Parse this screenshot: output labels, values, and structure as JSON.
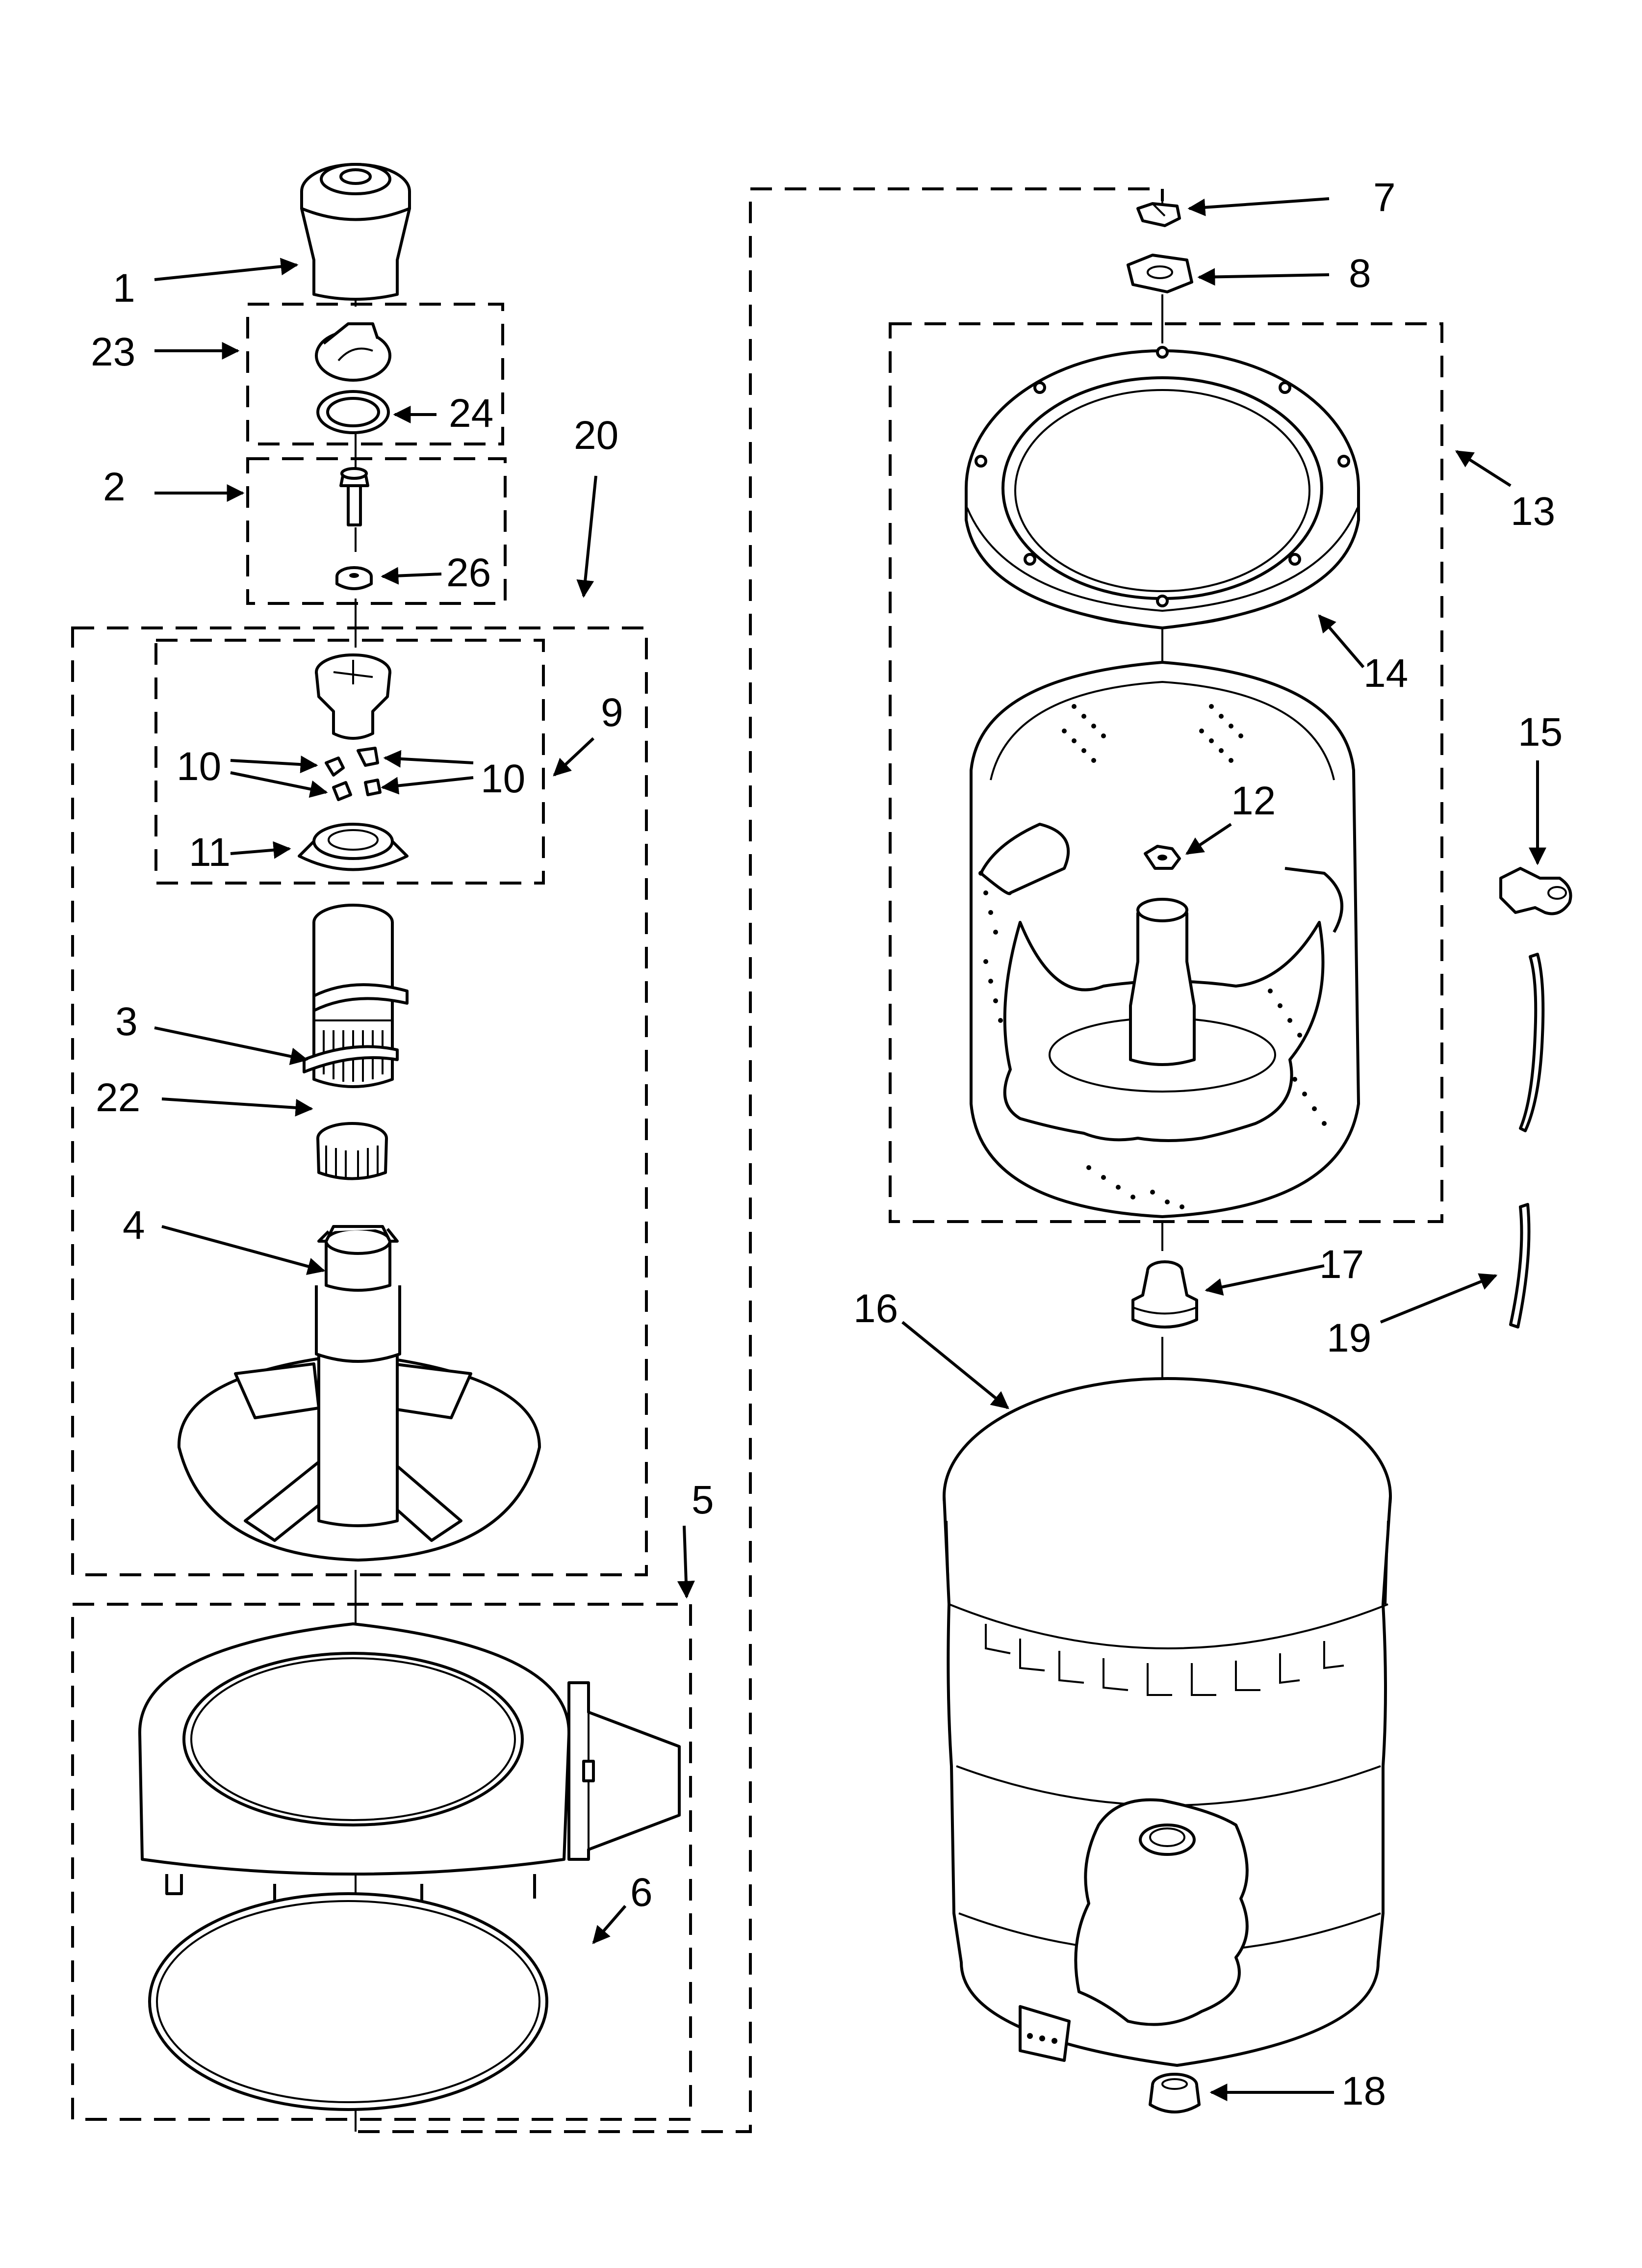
{
  "diagram": {
    "callouts": [
      "1",
      "23",
      "24",
      "2",
      "26",
      "20",
      "9",
      "10",
      "10",
      "11",
      "3",
      "22",
      "4",
      "5",
      "6",
      "7",
      "8",
      "13",
      "14",
      "12",
      "15",
      "17",
      "16",
      "19",
      "18"
    ]
  }
}
